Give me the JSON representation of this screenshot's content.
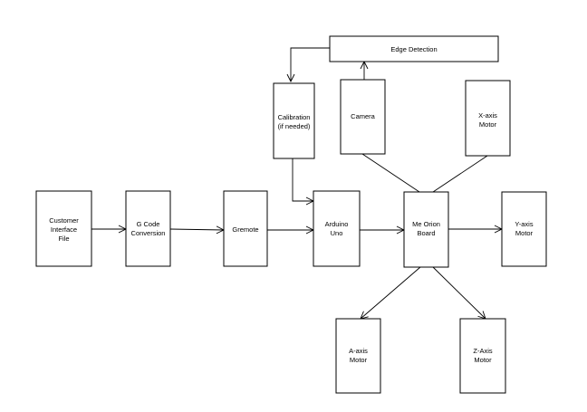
{
  "diagram": {
    "nodes": {
      "customer_file": {
        "lines": [
          "Customer",
          "Interface",
          "File"
        ]
      },
      "gcode": {
        "lines": [
          "G Code",
          "Conversion"
        ]
      },
      "gremote": {
        "lines": [
          "Gremote"
        ]
      },
      "calibration": {
        "lines": [
          "Calibration",
          "(if needed)"
        ]
      },
      "arduino": {
        "lines": [
          "Arduino",
          "Uno"
        ]
      },
      "camera": {
        "lines": [
          "Camera"
        ]
      },
      "edge_detection": {
        "lines": [
          "Edge Detection"
        ]
      },
      "me_orion": {
        "lines": [
          "Me Orion",
          "Board"
        ]
      },
      "x_motor": {
        "lines": [
          "X-axis",
          "Motor"
        ]
      },
      "y_motor": {
        "lines": [
          "Y-axis",
          "Motor"
        ]
      },
      "a_motor": {
        "lines": [
          "A-axis",
          "Motor"
        ]
      },
      "z_motor": {
        "lines": [
          "Z-Axis",
          "Motor"
        ]
      }
    },
    "edges": [
      {
        "from": "customer_file",
        "to": "gcode",
        "arrow": true
      },
      {
        "from": "gcode",
        "to": "gremote",
        "arrow": true
      },
      {
        "from": "gremote",
        "to": "arduino",
        "arrow": true
      },
      {
        "from": "calibration",
        "to": "arduino",
        "arrow": true
      },
      {
        "from": "arduino",
        "to": "me_orion",
        "arrow": true
      },
      {
        "from": "me_orion",
        "to": "y_motor",
        "arrow": true
      },
      {
        "from": "me_orion",
        "to": "a_motor",
        "arrow": true
      },
      {
        "from": "me_orion",
        "to": "z_motor",
        "arrow": true
      },
      {
        "from": "me_orion",
        "to": "camera",
        "arrow": false
      },
      {
        "from": "me_orion",
        "to": "x_motor",
        "arrow": false
      },
      {
        "from": "camera",
        "to": "edge_detection",
        "arrow": true
      },
      {
        "from": "edge_detection",
        "to": "calibration",
        "arrow": true
      }
    ]
  }
}
